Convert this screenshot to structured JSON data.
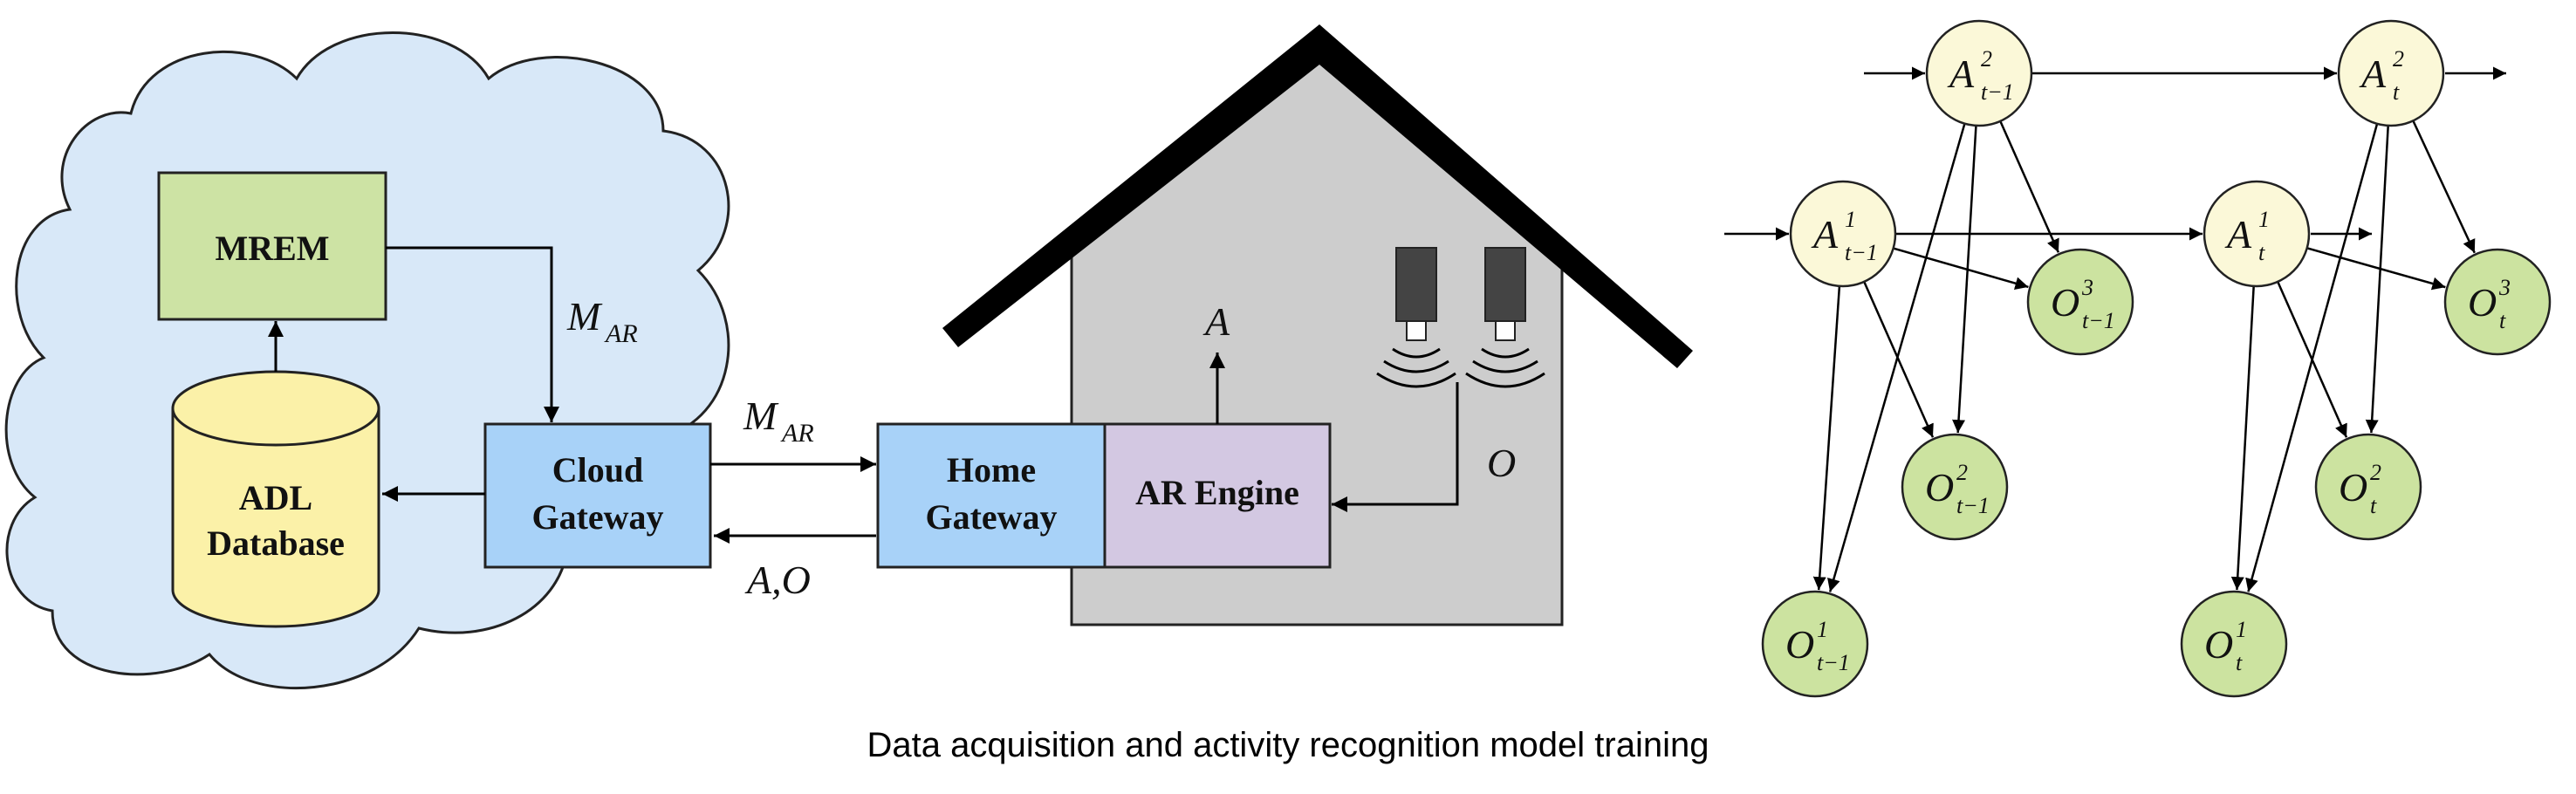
{
  "caption": "Data acquisition and activity recognition model training",
  "system": {
    "mrem": "MREM",
    "adl_db": [
      "ADL",
      "Database"
    ],
    "cloud_gateway": [
      "Cloud",
      "Gateway"
    ],
    "home_gateway": [
      "Home",
      "Gateway"
    ],
    "ar_engine": "AR Engine"
  },
  "labels": {
    "m": "M",
    "ar_sub": "AR",
    "a": "A",
    "a_o": "A,O",
    "o": "O"
  },
  "dbn": {
    "hidden": "A",
    "observed": "O",
    "prev_sub": "t−1",
    "curr_sub": "t",
    "sup": [
      "1",
      "2",
      "3"
    ]
  },
  "colors": {
    "cloud": "#d8e8f8",
    "mrem": "#cde3a4",
    "db": "#fbf1a8",
    "gateway": "#a8d2f8",
    "ar_engine": "#d3c8e2",
    "house": "#cdcdcd",
    "hidden_node": "#fbf8d8",
    "observed_node": "#cce3a0"
  }
}
